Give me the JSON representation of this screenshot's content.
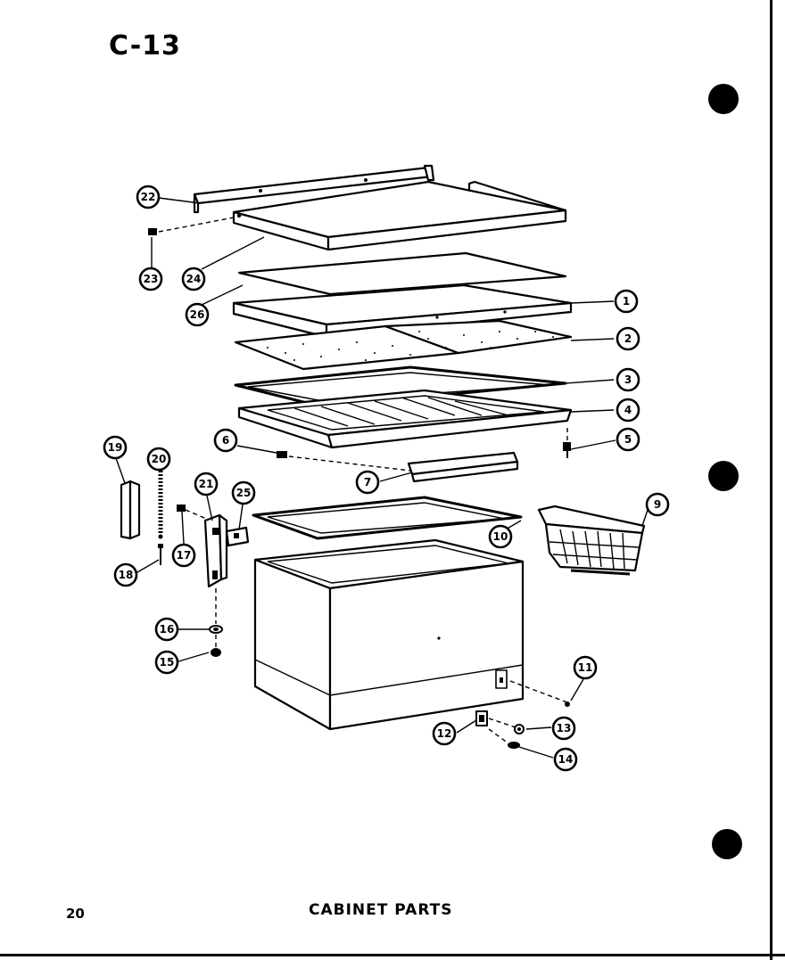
{
  "header": {
    "title": "C-13"
  },
  "footer": {
    "page_number": "20",
    "caption": "CABINET PARTS"
  },
  "callouts": [
    "1",
    "2",
    "3",
    "4",
    "5",
    "6",
    "7",
    "9",
    "10",
    "11",
    "12",
    "13",
    "14",
    "15",
    "16",
    "17",
    "18",
    "19",
    "20",
    "21",
    "22",
    "23",
    "24",
    "25",
    "26"
  ]
}
